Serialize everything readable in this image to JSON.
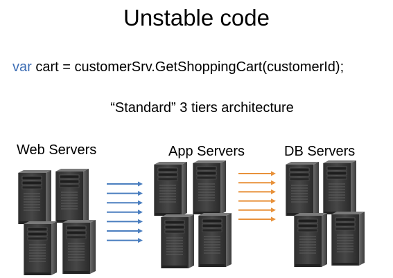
{
  "slide": {
    "title": "Unstable code",
    "code": {
      "keyword": "var",
      "rest": " cart = customerSrv.GetShoppingCart(customerId);"
    },
    "subtitle": "“Standard” 3 tiers architecture"
  },
  "tiers": [
    {
      "id": "web",
      "label": "Web Servers",
      "server_count": 4
    },
    {
      "id": "app",
      "label": "App Servers",
      "server_count": 4
    },
    {
      "id": "db",
      "label": "DB Servers",
      "server_count": 4
    }
  ],
  "connections": [
    {
      "from": "web",
      "to": "app",
      "arrow_count": 7,
      "color": "#4a7ebf"
    },
    {
      "from": "app",
      "to": "db",
      "arrow_count": 6,
      "color": "#e8913a"
    }
  ],
  "colors": {
    "keyword": "#3f6fb5",
    "server_body": "#3a3a3a",
    "server_side": "#555555",
    "server_bezel": "#2a2a2a"
  },
  "icons": {
    "server": "tower-server-icon"
  }
}
